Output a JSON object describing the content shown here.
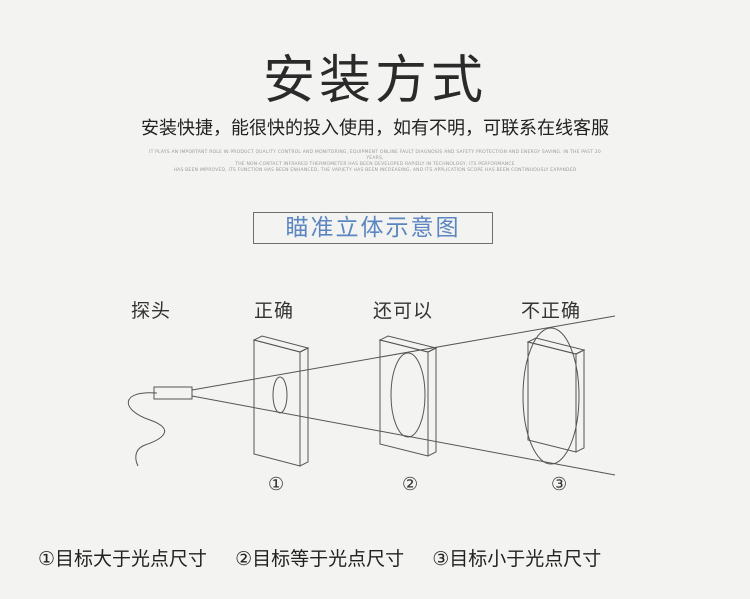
{
  "header": {
    "title": "安装方式",
    "subtitle": "安装快捷，能很快的投入使用，如有不明，可联系在线客服",
    "fine_print": [
      "IT PLAYS AN IMPORTANT ROLE IN PRODUCT QUALITY CONTROL AND MONITORING, EQUIPMENT ONLINE FAULT DIAGNOSIS AND SAFETY PROTECTION AND ENERGY SAVING. IN THE PAST 20 YEARS,",
      "THE NON-CONTACT INFRARED THERMOMETER HAS BEEN DEVELOPED RAPIDLY IN TECHNOLOGY, ITS PERFORMANCE",
      "HAS BEEN IMPROVED, ITS FUNCTION HAS BEEN ENHANCED, THE VARIETY HAS BEEN INCREASING, AND ITS APPLICATION SCOPE HAS BEEN CONTINUOUSLY EXPANDED"
    ]
  },
  "diagram": {
    "heading": "瞄准立体示意图",
    "probe_label": "探头",
    "targets": [
      {
        "label": "正确",
        "number": "①"
      },
      {
        "label": "还可以",
        "number": "②"
      },
      {
        "label": "不正确",
        "number": "③"
      }
    ]
  },
  "legend": [
    "①目标大于光点尺寸",
    "②目标等于光点尺寸",
    "③目标小于光点尺寸"
  ]
}
